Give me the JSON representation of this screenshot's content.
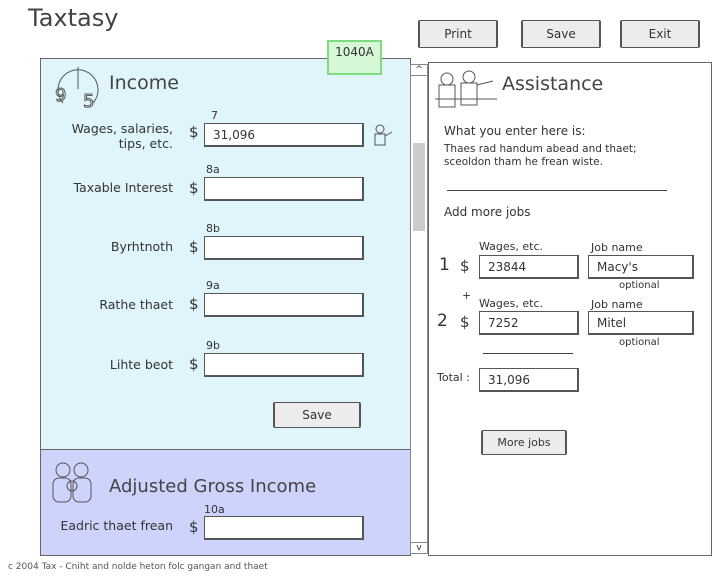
{
  "app": {
    "title": "Taxtasy",
    "form_tab": "1040A"
  },
  "toolbar": {
    "print": "Print",
    "save": "Save",
    "exit": "Exit"
  },
  "income": {
    "heading": "Income",
    "rows": [
      {
        "line": "7",
        "label": "Wages, salaries, tips, etc.",
        "value": "31,096"
      },
      {
        "line": "8a",
        "label": "Taxable Interest",
        "value": ""
      },
      {
        "line": "8b",
        "label": "Byrhtnoth",
        "value": ""
      },
      {
        "line": "9a",
        "label": "Rathe thaet",
        "value": ""
      },
      {
        "line": "9b",
        "label": "Lihte beot",
        "value": ""
      }
    ],
    "currency": "$",
    "save": "Save"
  },
  "agi": {
    "heading": "Adjusted Gross Income",
    "line": "10a",
    "label": "Eadric thaet frean",
    "value": ""
  },
  "assistance": {
    "heading": "Assistance",
    "intro": "What you enter here is:",
    "body": "Thaes rad handum abead and thaet; sceoldon tham he frean wiste.",
    "add_jobs": "Add more jobs",
    "jobs": [
      {
        "index": "1",
        "wages_label": "Wages, etc.",
        "wages": "23844",
        "name_label": "Job name",
        "name": "Macy's",
        "optional": "optional"
      },
      {
        "index": "2",
        "wages_label": "Wages, etc.",
        "wages": "7252",
        "name_label": "Job name",
        "name": "Mitel",
        "optional": "optional"
      }
    ],
    "plus": "+",
    "total_label": "Total :",
    "total": "31,096",
    "more_jobs": "More jobs"
  },
  "footer": "c 2004 Tax - Cniht and nolde heton folc gangan and thaet"
}
